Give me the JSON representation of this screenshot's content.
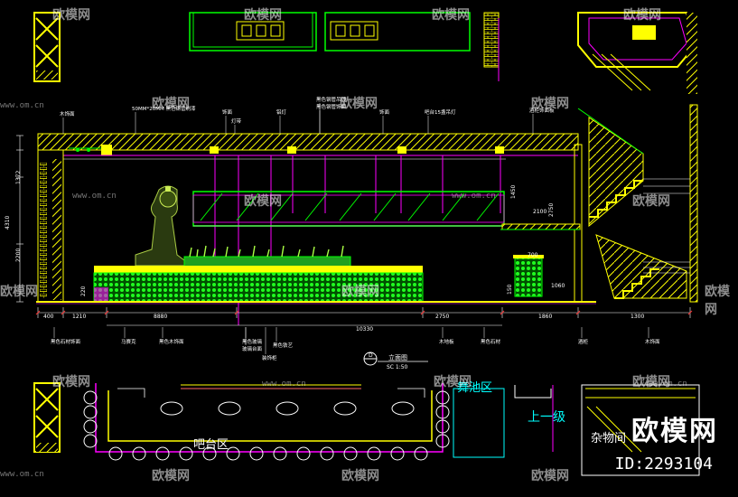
{
  "colors": {
    "bg": "#000000",
    "yellow": "#ffff00",
    "green": "#00ff00",
    "cyan": "#00ffff",
    "magenta": "#ff00ff",
    "white": "#ffffff",
    "red": "#ff3030",
    "pink": "#ff66ff"
  },
  "watermark": {
    "brand": "欧模网",
    "site": "www.om.cn",
    "id": "ID:2293104"
  },
  "drawing": {
    "title": "立面图",
    "label_d": "D",
    "scale": "SC 1:50"
  },
  "zones": {
    "bar": "吧台区",
    "dance": "舞池区",
    "up": "上一级",
    "storage": "杂物间"
  },
  "dims_horizontal": [
    "400",
    "1210",
    "8880",
    "10330",
    "2750",
    "1860",
    "1300"
  ],
  "dims_vertical_left": [
    "1372",
    "4310",
    "2200",
    "220"
  ],
  "dims_mid": [
    "1450",
    "2100",
    "700",
    "150",
    "1060",
    "2750"
  ],
  "callouts_top": [
    "木饰面",
    "50MM*20MM 黑色钢管刷漆",
    "饰面",
    "灯带",
    "铝灯",
    "黑色钢管吊顶",
    "黑色钢管饰面",
    "饰面",
    "吧台15盏吊灯",
    "酒柜饰面板"
  ],
  "callouts_bottom": [
    "黑色石材饰面",
    "马赛克",
    "黑色木饰面",
    "黑色玻璃",
    "玻璃台面",
    "黑色铁艺",
    "装饰柜",
    "木地板",
    "黑色石材",
    "酒柜",
    "木饰面"
  ]
}
